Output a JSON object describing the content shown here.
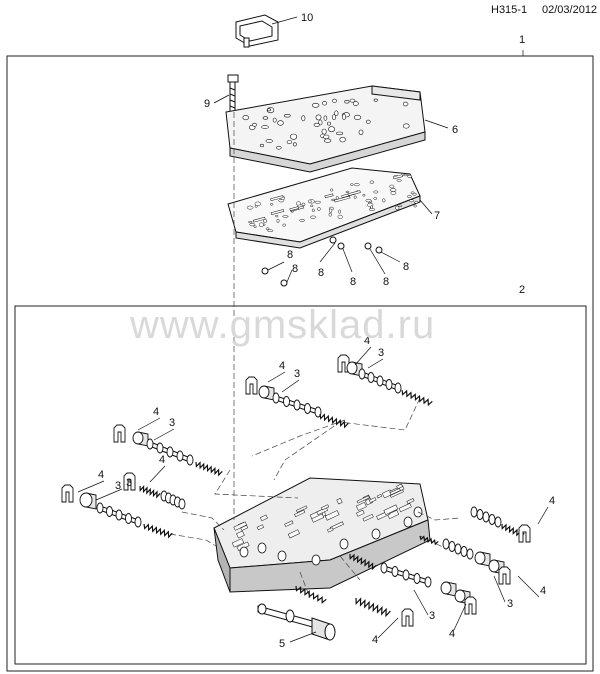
{
  "header": {
    "diagram_id": "H315-1",
    "date": "02/03/2012"
  },
  "watermark": "www.gmsklad.ru",
  "callouts": {
    "c10": "10",
    "c1": "1",
    "c9": "9",
    "c6": "6",
    "c7": "7",
    "c2": "2",
    "c8a": "8",
    "c8b": "8",
    "c8c": "8",
    "c8d": "8",
    "c8e": "8",
    "c4a": "4",
    "c3a": "3",
    "c4b": "4",
    "c3b": "3",
    "c4c": "4",
    "c3c": "3",
    "c4d": "4",
    "c3d": "3",
    "c4e": "4",
    "c3e": "3",
    "c4f": "4",
    "c3f": "3",
    "c4g": "4",
    "c5": "5",
    "c3g": "3",
    "c4h": "4",
    "c4i": "4",
    "c3h": "3",
    "c4j": "4"
  },
  "colors": {
    "line": "#111111",
    "box": "#222222",
    "watermark": "#d9d9d9"
  }
}
